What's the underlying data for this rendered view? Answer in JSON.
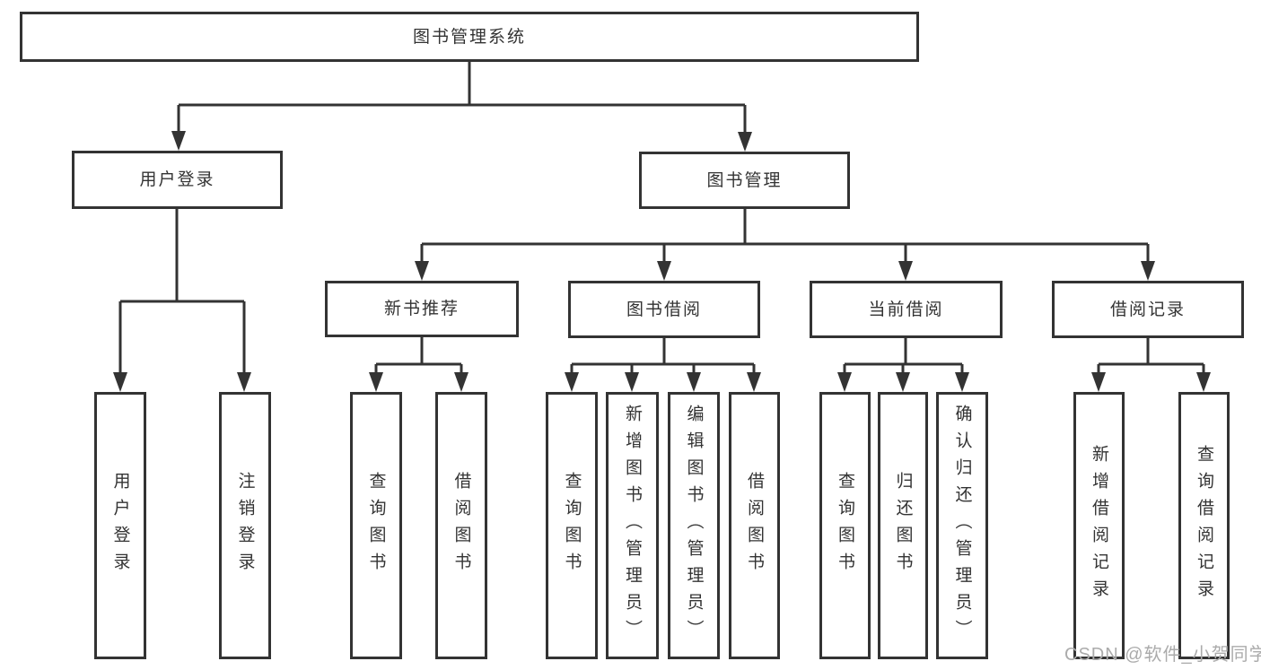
{
  "tree": {
    "label": "图书管理系统",
    "children": [
      {
        "label": "用户登录",
        "children": [
          {
            "label": "用户登录"
          },
          {
            "label": "注销登录"
          }
        ]
      },
      {
        "label": "图书管理",
        "children": [
          {
            "label": "新书推荐",
            "children": [
              {
                "label": "查询图书"
              },
              {
                "label": "借阅图书"
              }
            ]
          },
          {
            "label": "图书借阅",
            "children": [
              {
                "label": "查询图书"
              },
              {
                "label": "新增图书（管理员）"
              },
              {
                "label": "编辑图书（管理员）"
              },
              {
                "label": "借阅图书"
              }
            ]
          },
          {
            "label": "当前借阅",
            "children": [
              {
                "label": "查询图书"
              },
              {
                "label": "归还图书"
              },
              {
                "label": "确认归还（管理员）"
              }
            ]
          },
          {
            "label": "借阅记录",
            "children": [
              {
                "label": "新增借阅记录"
              },
              {
                "label": "查询借阅记录"
              }
            ]
          }
        ]
      }
    ]
  },
  "watermark": "CSDN @软件_小贺同学",
  "colors": {
    "line": "#333333",
    "text": "#333333",
    "box_background": "#ffffff",
    "watermark": "#ababab"
  }
}
